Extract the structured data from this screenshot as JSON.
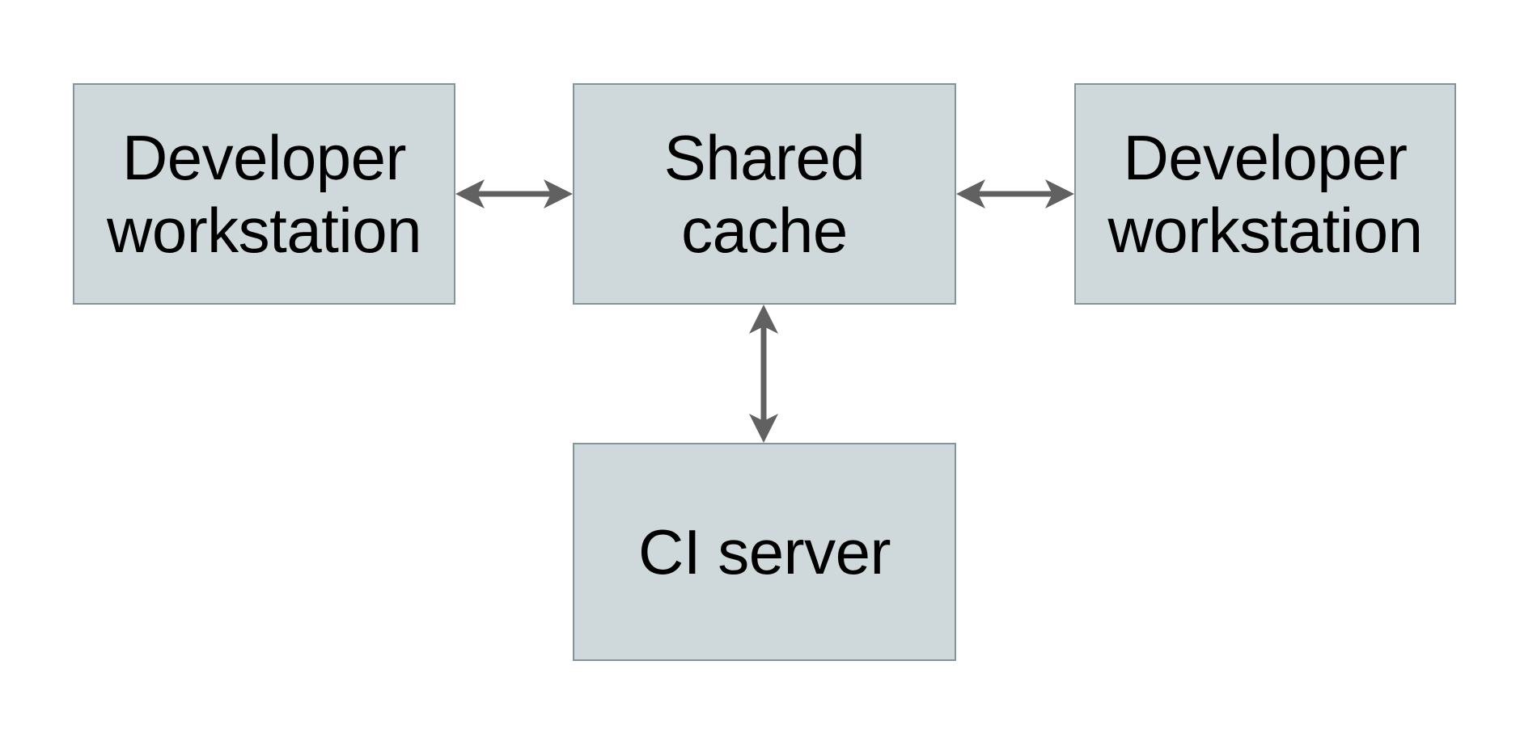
{
  "diagram": {
    "nodes": {
      "developer_workstation_left": {
        "label": "Developer\nworkstation"
      },
      "shared_cache": {
        "label": "Shared\ncache"
      },
      "developer_workstation_right": {
        "label": "Developer\nworkstation"
      },
      "ci_server": {
        "label": "CI server"
      }
    },
    "edges": [
      {
        "from": "developer-workstation-left",
        "to": "shared-cache",
        "direction": "bidirectional"
      },
      {
        "from": "developer-workstation-right",
        "to": "shared-cache",
        "direction": "bidirectional"
      },
      {
        "from": "shared-cache",
        "to": "ci-server",
        "direction": "bidirectional"
      }
    ],
    "colors": {
      "background": "#ffffff",
      "node_fill": "#cfd8da",
      "node_border": "#85949b",
      "text": "#000000",
      "arrow": "#616161"
    }
  }
}
